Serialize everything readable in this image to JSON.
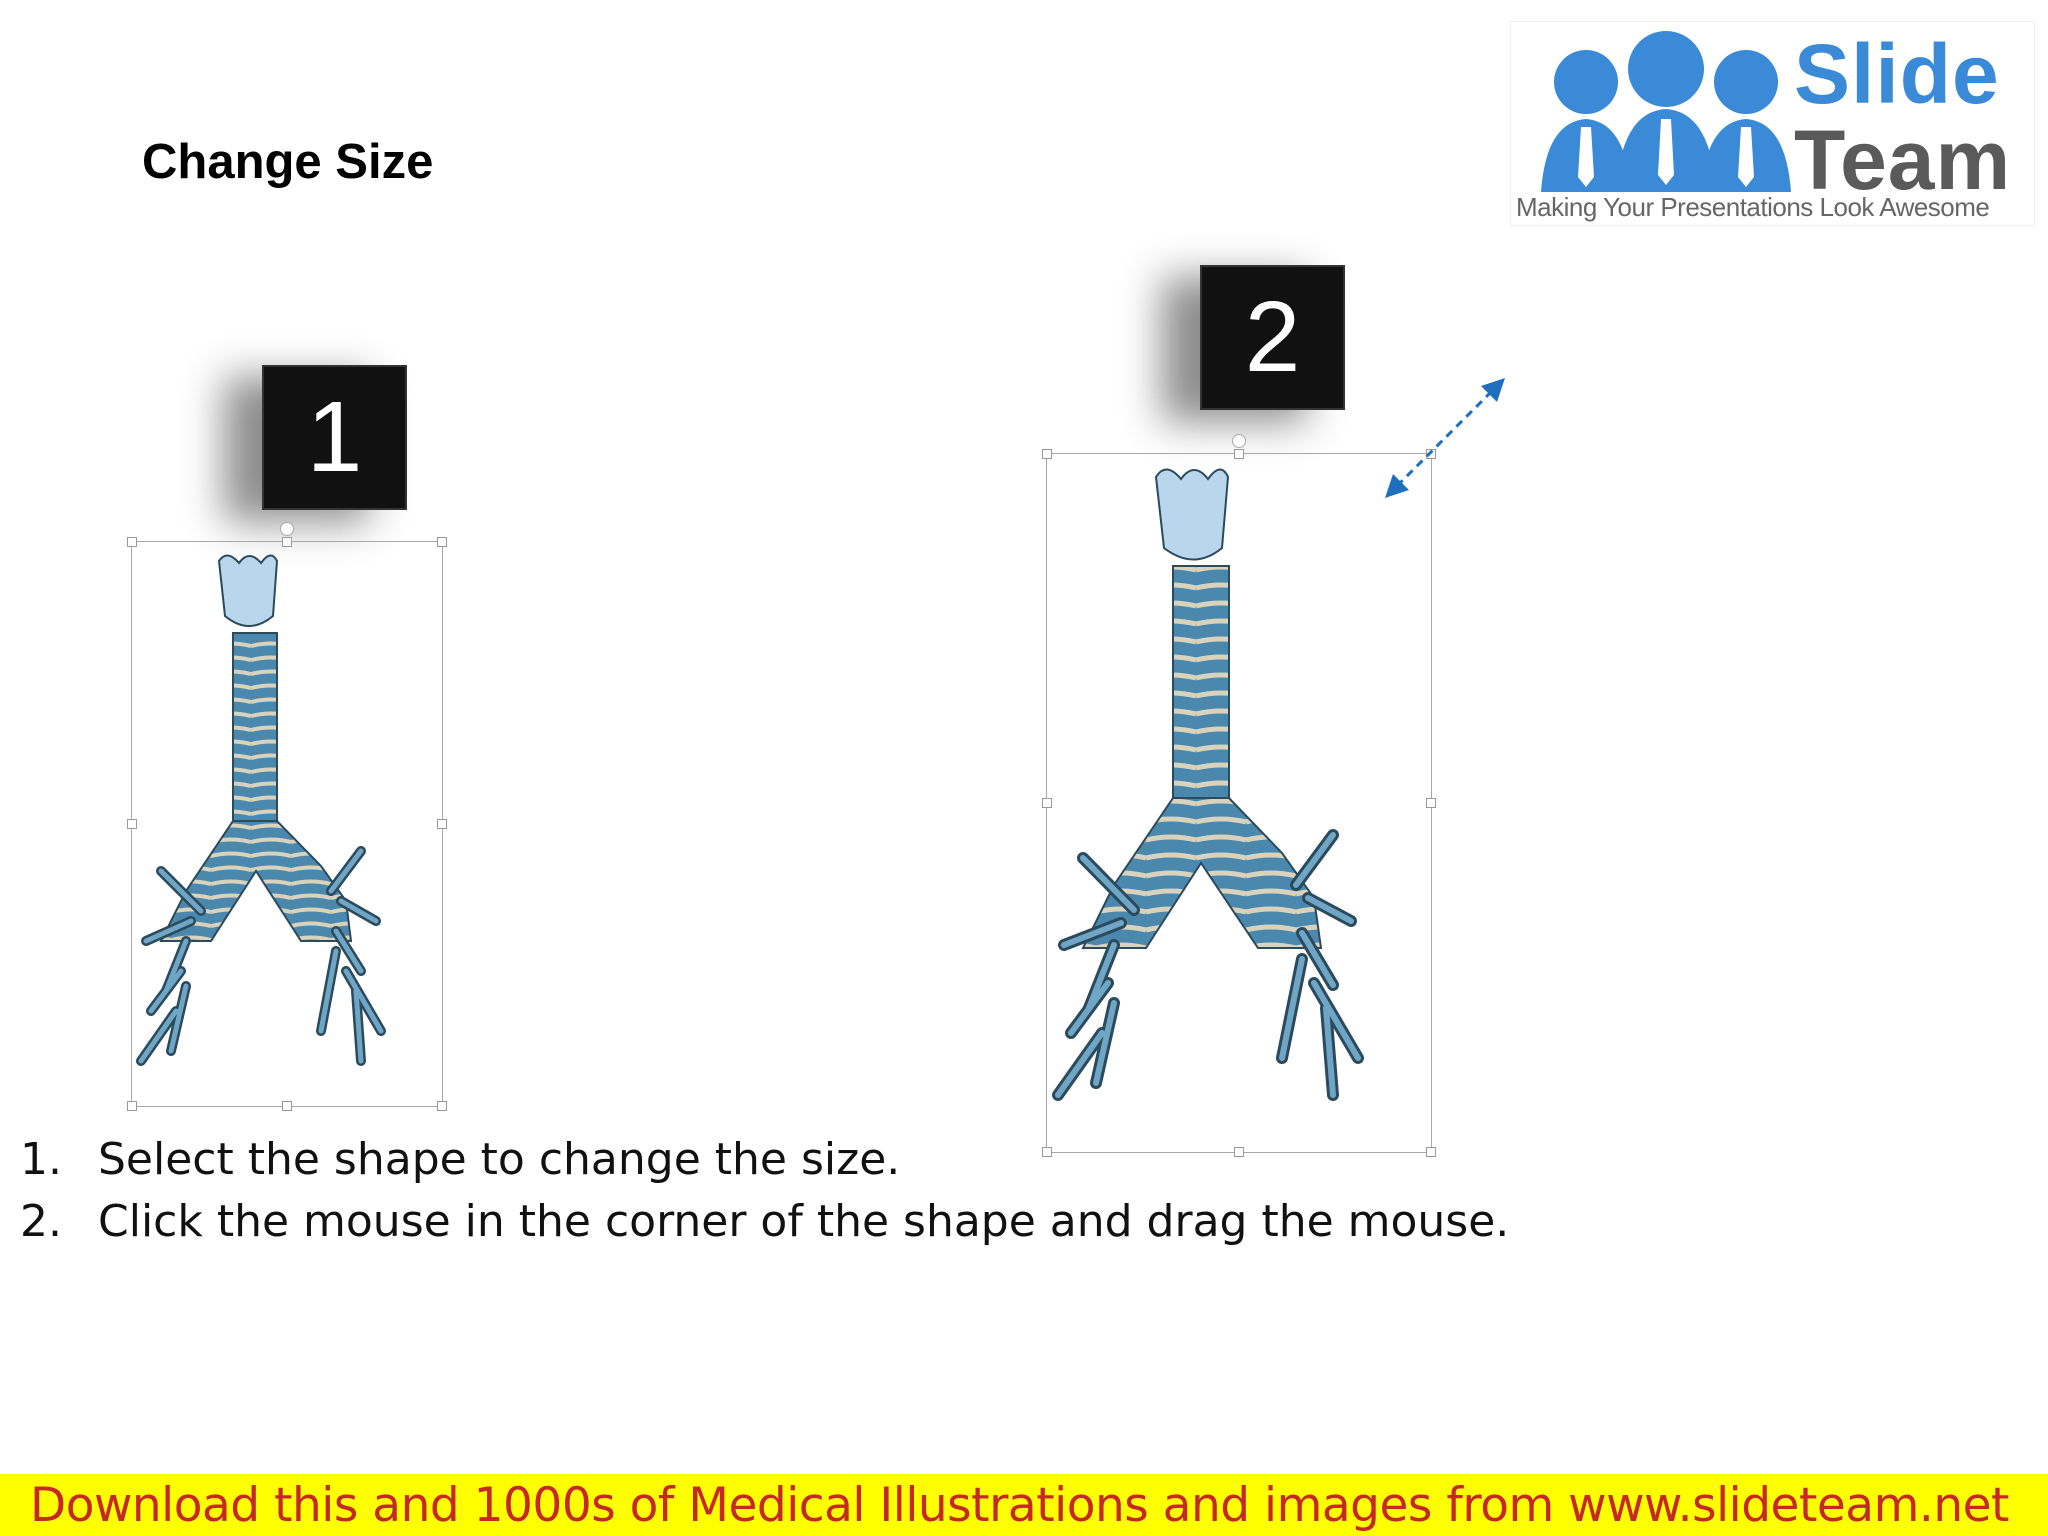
{
  "slide": {
    "title": "Change Size"
  },
  "logo": {
    "line1": "Slide",
    "line2": "Team",
    "tagline": "Making Your Presentations Look Awesome",
    "color_primary": "#3a8ad8",
    "color_secondary": "#5a5a5a"
  },
  "figures": [
    {
      "label": "1",
      "icon": "trachea-bronchi-illustration"
    },
    {
      "label": "2",
      "icon": "trachea-bronchi-illustration"
    }
  ],
  "resize_arrow": {
    "icon": "resize-diagonal-arrow-icon",
    "color": "#1f6fbf"
  },
  "instructions": [
    {
      "num": "1.",
      "text": "Select the shape to change the size."
    },
    {
      "num": "2.",
      "text": "Click the mouse in the corner of the shape and drag the mouse."
    }
  ],
  "footer": {
    "text": "Download this and 1000s of Medical Illustrations and images from www.slideteam.net",
    "bg": "#ffff00",
    "color": "#c62828"
  }
}
